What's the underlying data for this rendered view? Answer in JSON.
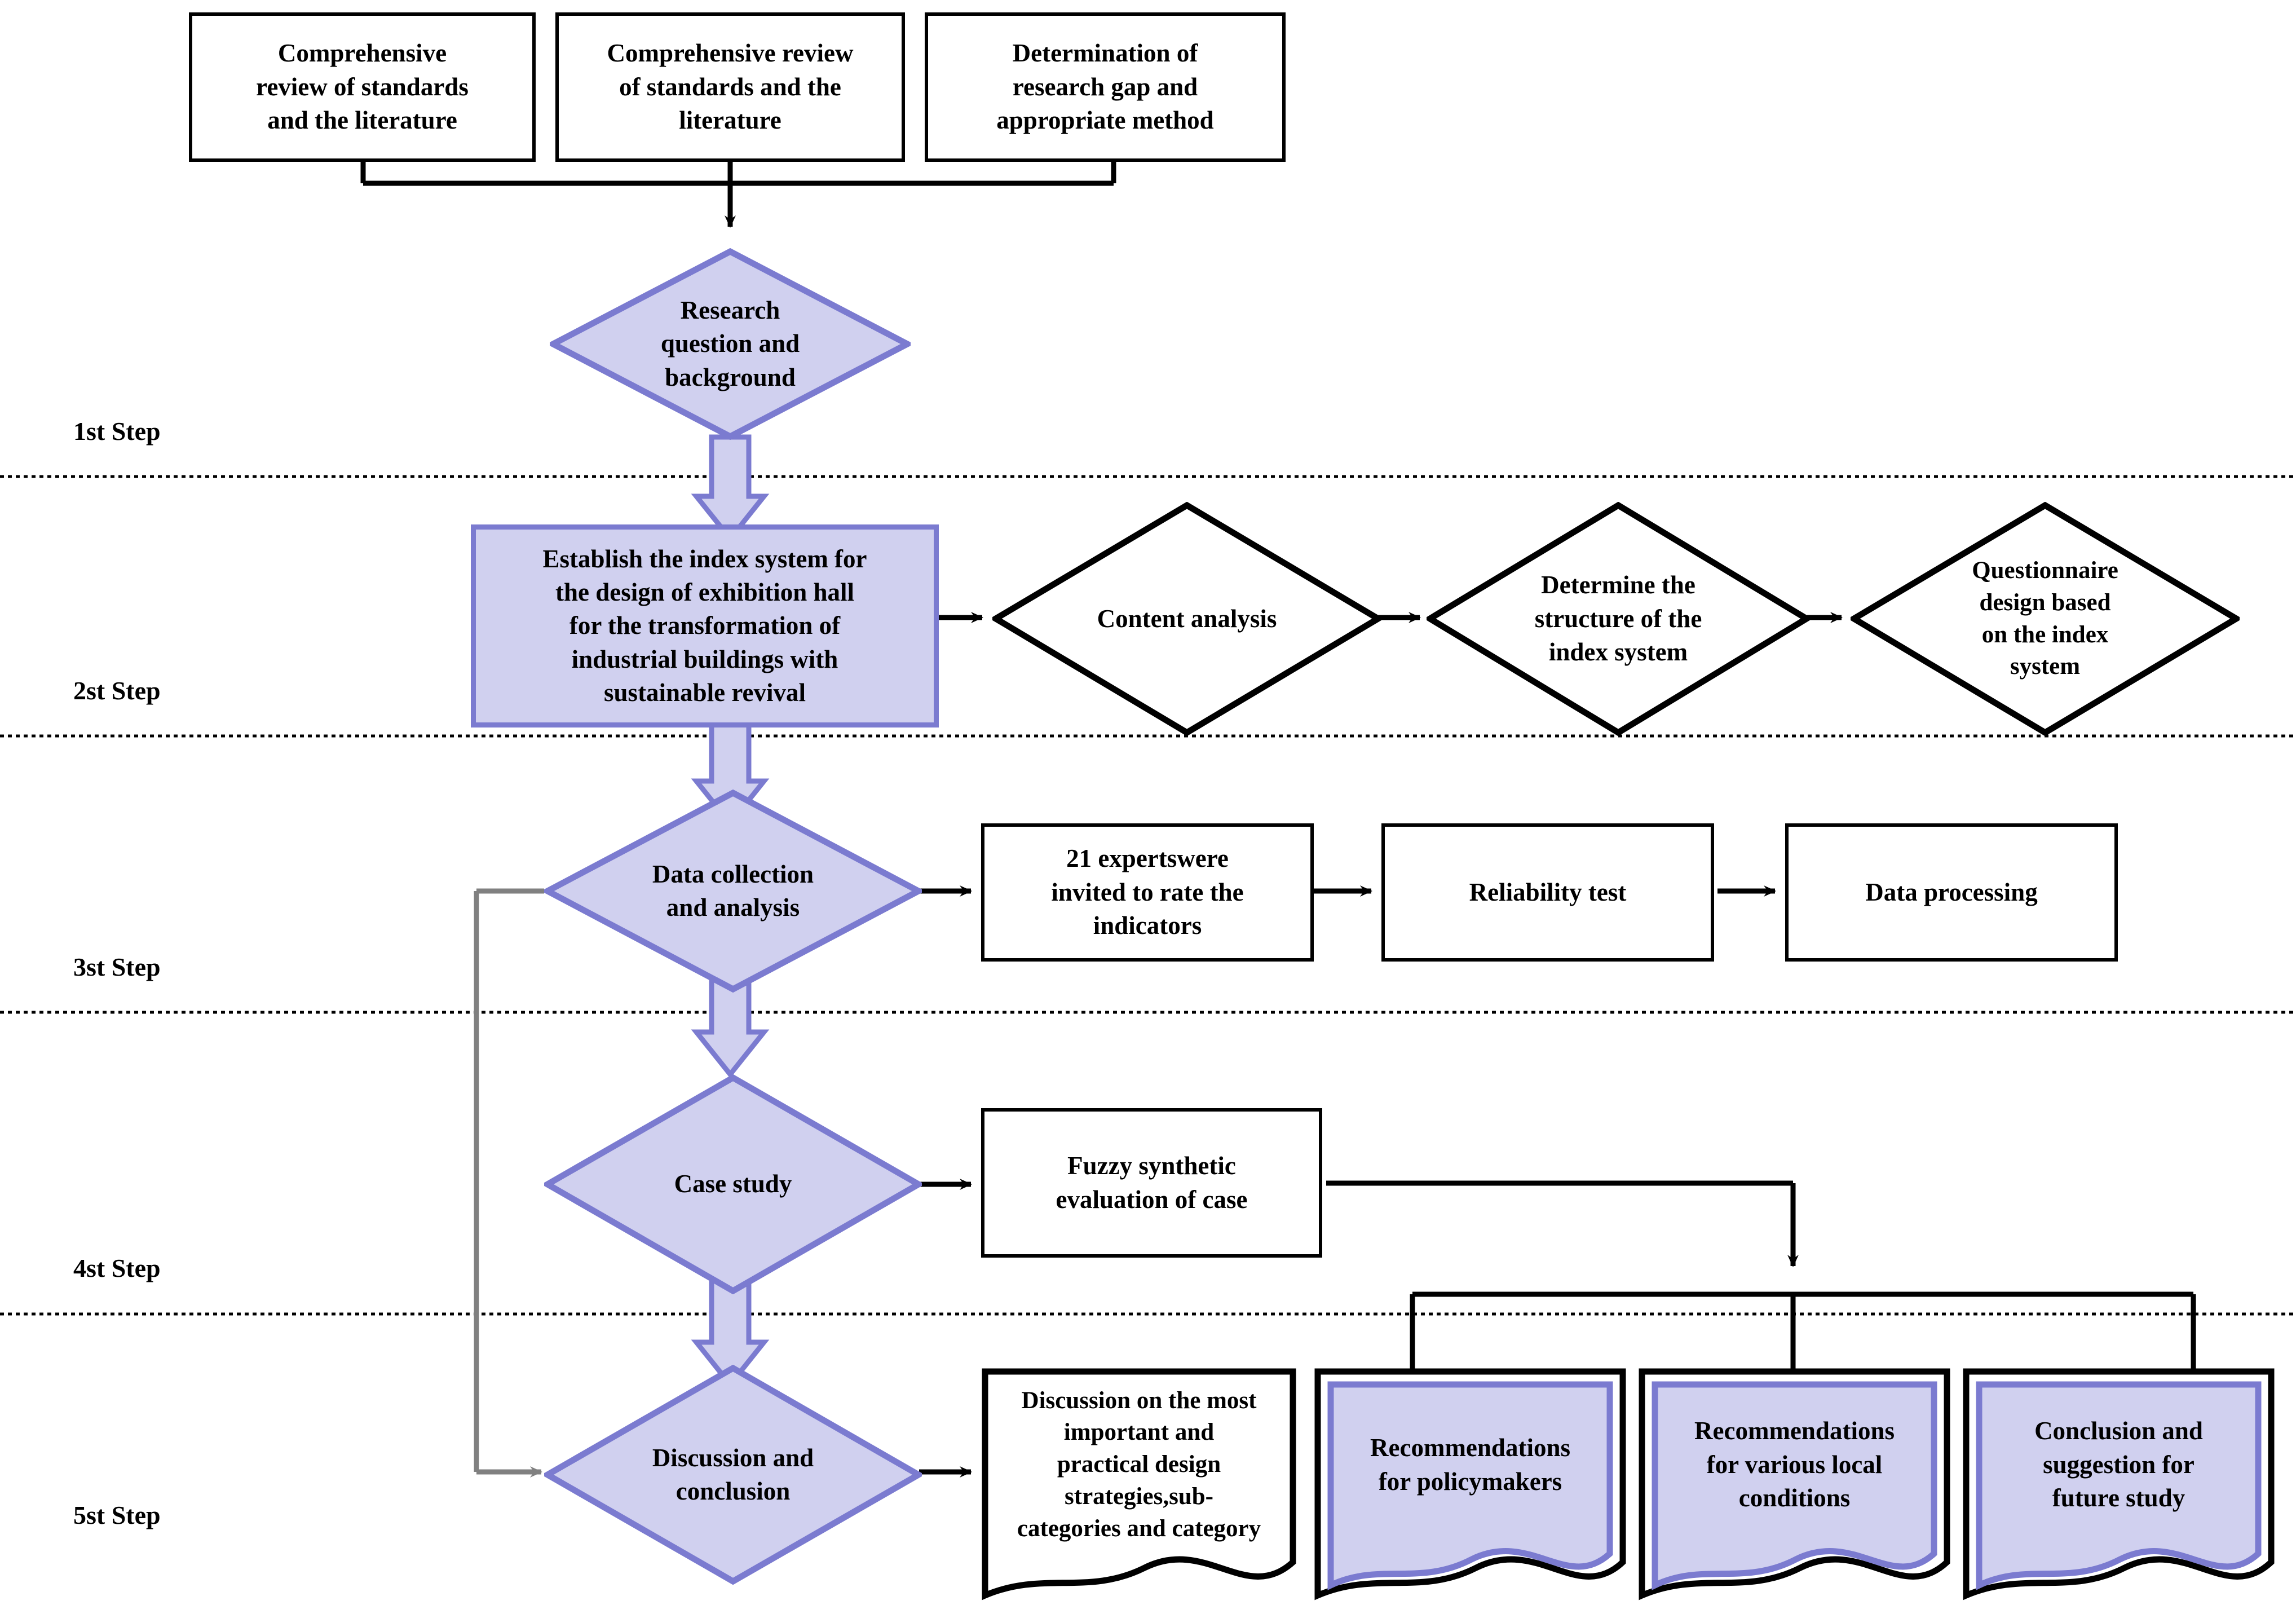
{
  "colors": {
    "accent_fill": "#d0d0ef",
    "accent_stroke": "#7b7bd0",
    "line": "#000000",
    "feedback_line": "#808080",
    "text": "#000000",
    "page_bg": "#ffffff"
  },
  "steps": [
    {
      "label": "1st Step"
    },
    {
      "label": "2st Step"
    },
    {
      "label": "3st Step"
    },
    {
      "label": "4st Step"
    },
    {
      "label": "5st Step"
    }
  ],
  "inputs": [
    {
      "text": "Comprehensive\nreview of standards\nand the literature"
    },
    {
      "text": "Comprehensive review\nof standards and  the\nliterature"
    },
    {
      "text": "Determination of\nresearch gap and\nappropriate method"
    }
  ],
  "stage1": {
    "diamond": {
      "text": "Research\nquestion and\nbackground"
    }
  },
  "stage2": {
    "main_box": {
      "text": "Establish the index system for\nthe design of exhibition hall\nfor the transformation of\nindustrial buildings with\nsustainable revival"
    },
    "diamonds": [
      {
        "text": "Content analysis"
      },
      {
        "text": "Determine the\nstructure of the\nindex system"
      },
      {
        "text": "Questionnaire\ndesign based\non the index\nsystem"
      }
    ]
  },
  "stage3": {
    "diamond": {
      "text": "Data collection\nand analysis"
    },
    "boxes": [
      {
        "text": "21 expertswere\ninvited to rate the\nindicators"
      },
      {
        "text": "Reliability test"
      },
      {
        "text": "Data processing"
      }
    ]
  },
  "stage4": {
    "diamond": {
      "text": "Case study"
    },
    "boxes": [
      {
        "text": "Fuzzy synthetic\nevaluation of case"
      }
    ]
  },
  "stage5": {
    "diamond": {
      "text": "Discussion and\nconclusion"
    },
    "boxes": [
      {
        "text": "Discussion on the most\nimportant and\npractical design\nstrategies,sub-\ncategories and category"
      }
    ],
    "documents": [
      {
        "text": "Recommendations\nfor policymakers"
      },
      {
        "text": "Recommendations\nfor various local\nconditions"
      },
      {
        "text": "Conclusion and\nsuggestion for\nfuture study"
      }
    ]
  }
}
